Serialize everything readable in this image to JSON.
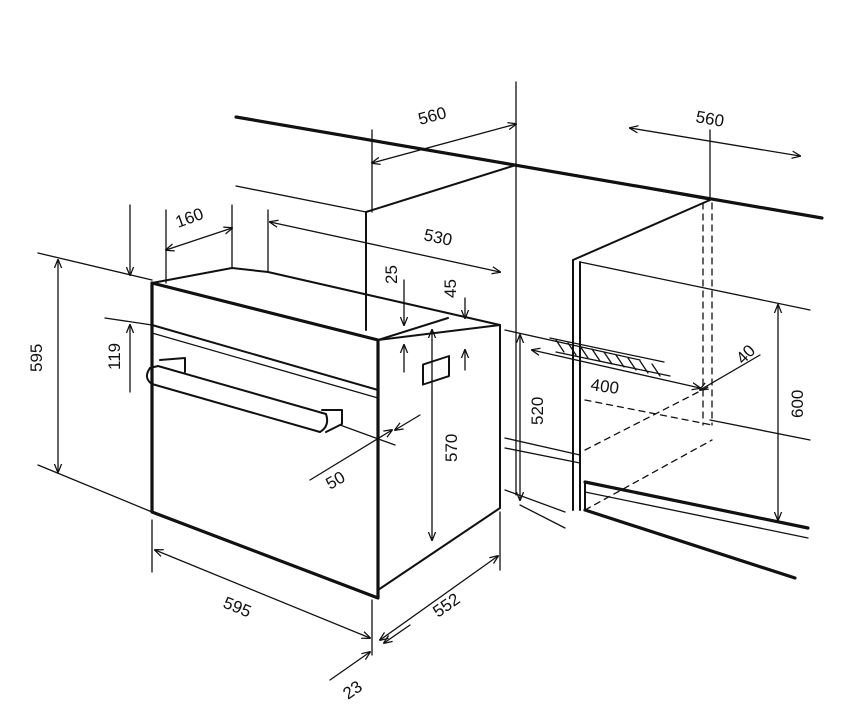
{
  "dimensions": {
    "cabinet_top_depth": "560",
    "niche_depth": "560",
    "oven_top_offset": "160",
    "oven_body_depth": "530",
    "gap_25": "25",
    "gap_45": "45",
    "oven_height": "595",
    "panel_height": "119",
    "handle_depth": "50",
    "body_height": "570",
    "niche_height_520": "520",
    "vent_length": "400",
    "vent_width": "40",
    "niche_height_600": "600",
    "oven_width": "595",
    "oven_depth": "552",
    "door_thickness": "23"
  },
  "colors": {
    "line": "#111111",
    "background": "#ffffff"
  }
}
